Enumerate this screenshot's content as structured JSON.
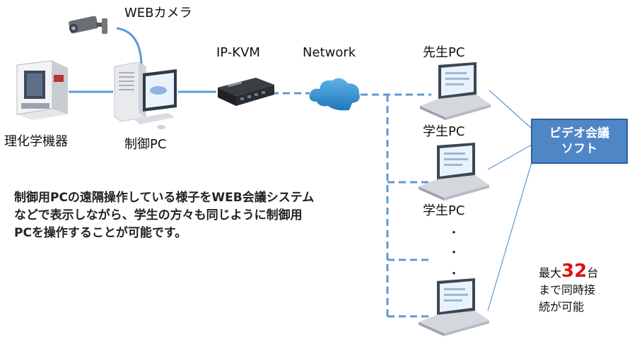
{
  "labels": {
    "webcam": "WEBカメラ",
    "ipkvm": "IP-KVM",
    "network": "Network",
    "teacher_pc": "先生PC",
    "student_pc_1": "学生PC",
    "student_pc_2": "学生PC",
    "instrument": "理化学機器",
    "control_pc": "制御PC"
  },
  "software_box": {
    "line1": "ビデオ会議",
    "line2": "ソフト"
  },
  "description": "制御用PCの遠隔操作している様子をWEB会議システムなどで表示しながら、学生の方々も同じように制御用PCを操作することが可能です。",
  "ellipsis": [
    "・",
    "・",
    "・"
  ],
  "max_note": {
    "prefix": "最大",
    "number": "32",
    "suffix": "台",
    "line2": "まで同時接",
    "line3": "続が可能"
  },
  "icons": [
    "webcam-icon",
    "lab-instrument-icon",
    "desktop-pc-icon",
    "kvm-device-icon",
    "cloud-icon",
    "laptop-icon"
  ],
  "colors": {
    "link": "#5b9bd5",
    "box": "#4f86c6",
    "highlight": "#e01010"
  }
}
